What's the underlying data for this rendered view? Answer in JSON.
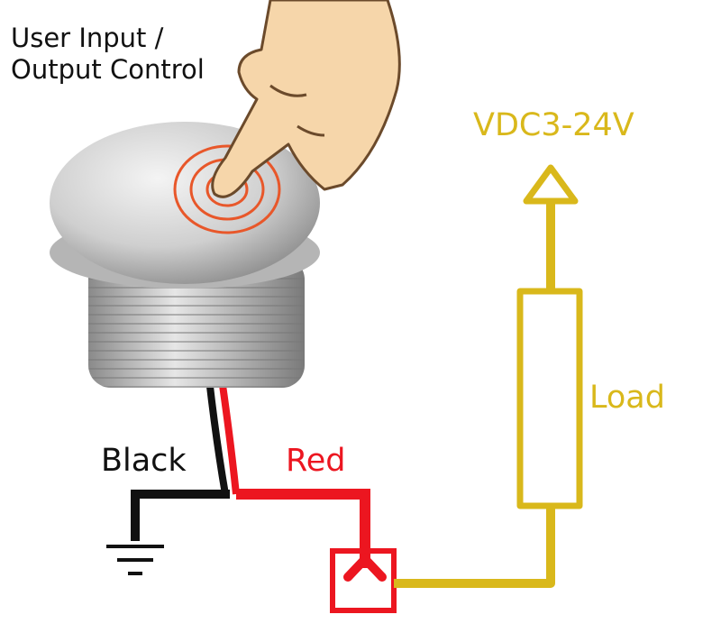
{
  "labels": {
    "user_io_line1": "User Input /",
    "user_io_line2": "Output Control",
    "supply": "VDC3-24V",
    "load": "Load",
    "black_wire": "Black",
    "red_wire": "Red"
  },
  "colors": {
    "supply_wire": "#d9b81b",
    "red_wire": "#ec1620",
    "black_wire": "#111111",
    "touch_rings": "#e8572a",
    "skin": "#f6d6aa"
  }
}
